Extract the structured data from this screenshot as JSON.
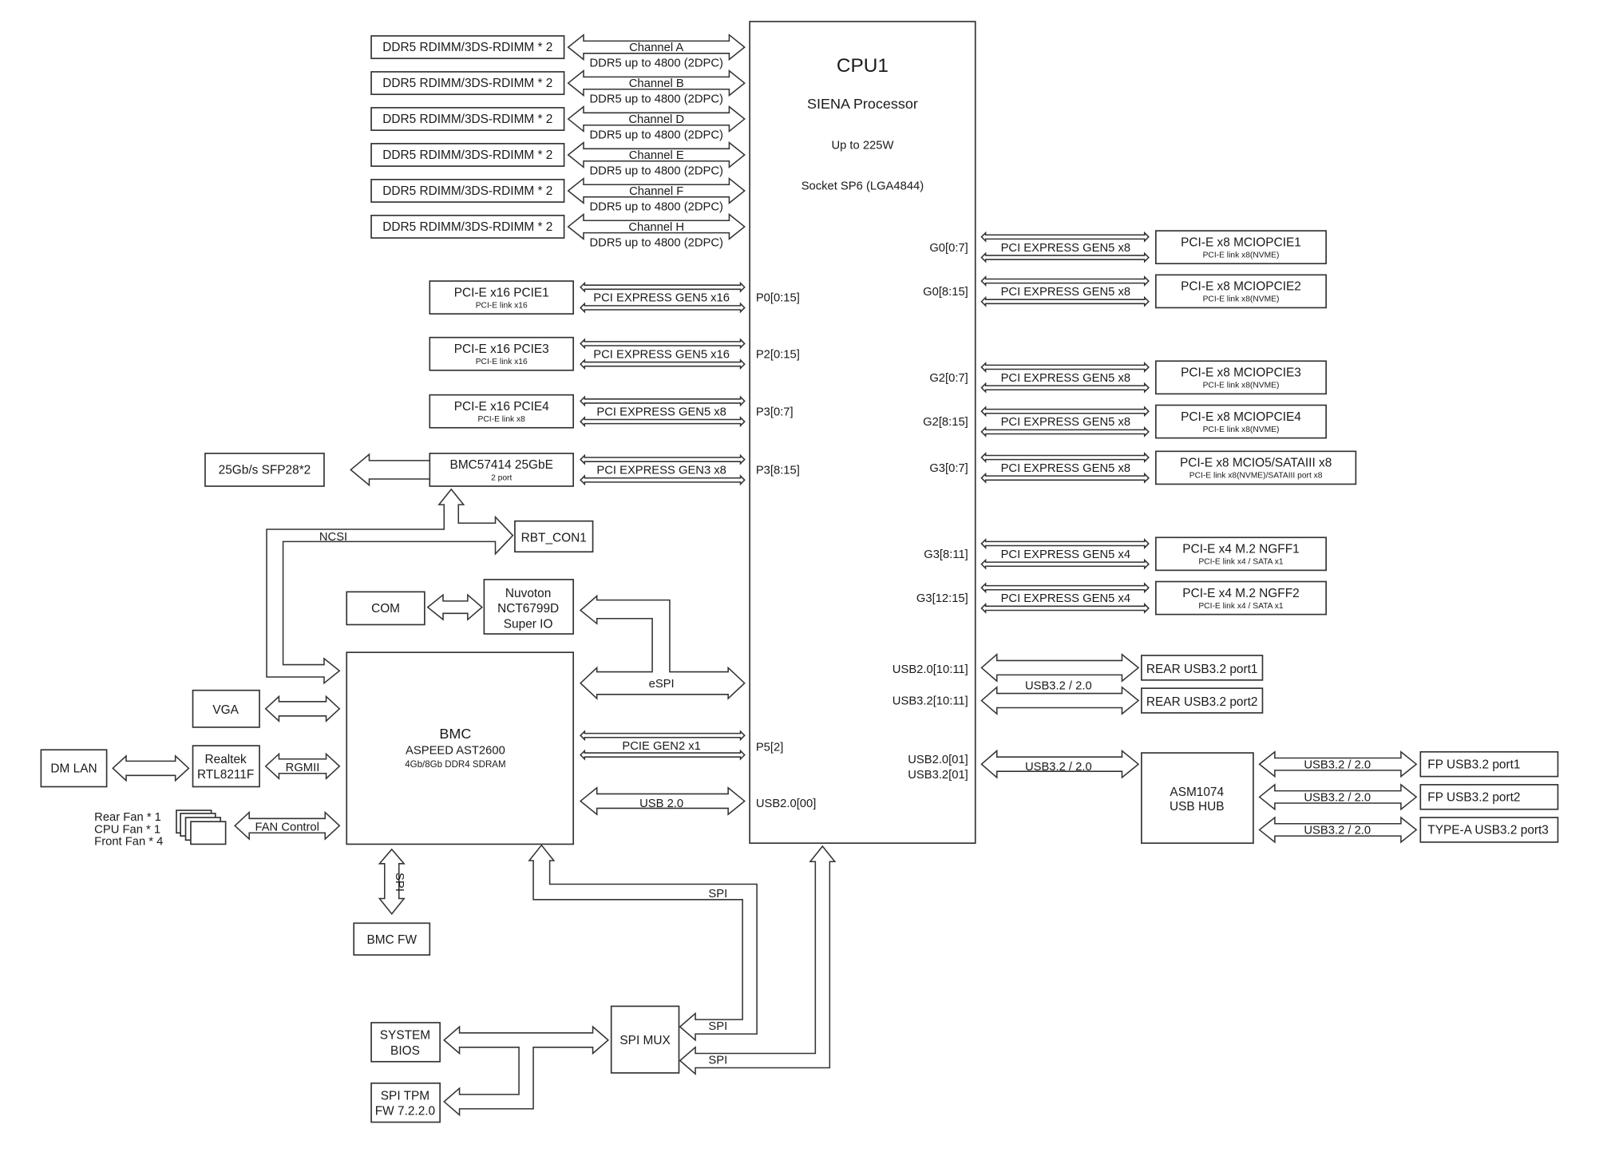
{
  "diagram": {
    "type": "block-diagram",
    "cpu": {
      "title": "CPU1",
      "processor": "SIENA Processor",
      "power": "Up to 225W",
      "socket": "Socket SP6 (LGA4844)"
    },
    "memory_channels": [
      {
        "dimm": "DDR5 RDIMM/3DS-RDIMM * 2",
        "channel": "Channel A",
        "speed": "DDR5 up to 4800 (2DPC)"
      },
      {
        "dimm": "DDR5 RDIMM/3DS-RDIMM * 2",
        "channel": "Channel B",
        "speed": "DDR5 up to 4800 (2DPC)"
      },
      {
        "dimm": "DDR5 RDIMM/3DS-RDIMM * 2",
        "channel": "Channel D",
        "speed": "DDR5 up to 4800 (2DPC)"
      },
      {
        "dimm": "DDR5 RDIMM/3DS-RDIMM * 2",
        "channel": "Channel E",
        "speed": "DDR5 up to 4800 (2DPC)"
      },
      {
        "dimm": "DDR5 RDIMM/3DS-RDIMM * 2",
        "channel": "Channel F",
        "speed": "DDR5 up to 4800 (2DPC)"
      },
      {
        "dimm": "DDR5 RDIMM/3DS-RDIMM * 2",
        "channel": "Channel H",
        "speed": "DDR5 up to 4800 (2DPC)"
      }
    ],
    "left_pcie": [
      {
        "slot": "PCI-E x16 PCIE1",
        "sub": "PCI-E link x16",
        "link": "PCI EXPRESS GEN5 x16",
        "port": "P0[0:15]"
      },
      {
        "slot": "PCI-E x16 PCIE3",
        "sub": "PCI-E link x16",
        "link": "PCI EXPRESS GEN5 x16",
        "port": "P2[0:15]"
      },
      {
        "slot": "PCI-E x16 PCIE4",
        "sub": "PCI-E link x8",
        "link": "PCI EXPRESS GEN5 x8",
        "port": "P3[0:7]"
      },
      {
        "slot": "BMC57414 25GbE",
        "sub": "2 port",
        "link": "PCI EXPRESS GEN3 x8",
        "port": "P3[8:15]"
      }
    ],
    "right_pcie": [
      {
        "port": "G0[0:7]",
        "link": "PCI EXPRESS GEN5 x8",
        "slot": "PCI-E x8 MCIOPCIE1",
        "sub": "PCI-E link x8(NVME)"
      },
      {
        "port": "G0[8:15]",
        "link": "PCI EXPRESS GEN5 x8",
        "slot": "PCI-E x8 MCIOPCIE2",
        "sub": "PCI-E link x8(NVME)"
      },
      {
        "port": "G2[0:7]",
        "link": "PCI EXPRESS GEN5 x8",
        "slot": "PCI-E x8 MCIOPCIE3",
        "sub": "PCI-E link x8(NVME)"
      },
      {
        "port": "G2[8:15]",
        "link": "PCI EXPRESS GEN5 x8",
        "slot": "PCI-E x8 MCIOPCIE4",
        "sub": "PCI-E link x8(NVME)"
      },
      {
        "port": "G3[0:7]",
        "link": "PCI EXPRESS GEN5 x8",
        "slot": "PCI-E x8 MCIO5/SATAIII x8",
        "sub": "PCI-E link x8(NVME)/SATAIII port x8"
      },
      {
        "port": "G3[8:11]",
        "link": "PCI EXPRESS GEN5 x4",
        "slot": "PCI-E x4 M.2 NGFF1",
        "sub": "PCI-E link x4 / SATA x1"
      },
      {
        "port": "G3[12:15]",
        "link": "PCI EXPRESS GEN5 x4",
        "slot": "PCI-E x4 M.2 NGFF2",
        "sub": "PCI-E link x4 / SATA x1"
      }
    ],
    "rear_usb": {
      "port_a": "USB2.0[10:11]",
      "port_b": "USB3.2[10:11]",
      "link": "USB3.2 / 2.0",
      "targets": [
        "REAR USB3.2 port1",
        "REAR USB3.2 port2"
      ]
    },
    "hub_usb": {
      "port_a": "USB2.0[01]",
      "port_b": "USB3.2[01]",
      "link": "USB3.2 / 2.0",
      "hub": [
        "ASM1074",
        "USB HUB"
      ],
      "downstream": [
        {
          "link": "USB3.2 / 2.0",
          "target": "FP USB3.2 port1"
        },
        {
          "link": "USB3.2 / 2.0",
          "target": "FP USB3.2 port2"
        },
        {
          "link": "USB3.2 / 2.0",
          "target": "TYPE-A USB3.2 port3"
        }
      ]
    },
    "sfp": "25Gb/s SFP28*2",
    "ncsi": "NCSI",
    "rbt_con": "RBT_CON1",
    "com": "COM",
    "superio": [
      "Nuvoton",
      "NCT6799D",
      "Super IO"
    ],
    "espi": "eSPI",
    "bmc": {
      "title": "BMC",
      "chip": "ASPEED AST2600",
      "mem": "4Gb/8Gb DDR4 SDRAM"
    },
    "p5": {
      "link": "PCIE GEN2 x1",
      "port": "P5[2]"
    },
    "usb00": {
      "link": "USB 2.0",
      "port": "USB2.0[00]"
    },
    "vga": "VGA",
    "dm_lan": "DM LAN",
    "realtek": [
      "Realtek",
      "RTL8211F"
    ],
    "rgmii": "RGMII",
    "fans": [
      "Rear Fan * 1",
      "CPU Fan * 1",
      "Front Fan * 4"
    ],
    "fan_control": "FAN Control",
    "bmc_spi": "SPI",
    "bmc_fw": "BMC FW",
    "spi_mux": "SPI MUX",
    "spi_label": "SPI",
    "system_bios": [
      "SYSTEM",
      "BIOS"
    ],
    "spi_tpm": [
      "SPI TPM",
      "FW 7.2.2.0"
    ]
  }
}
